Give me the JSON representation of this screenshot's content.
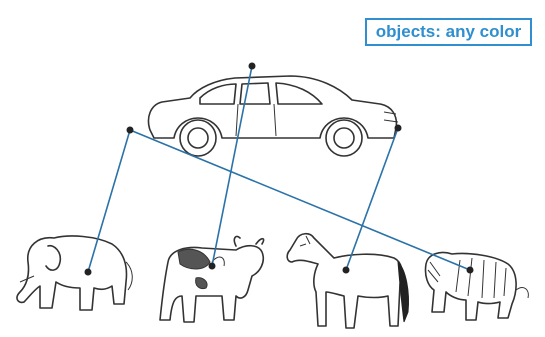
{
  "label": "objects: any color",
  "items": [
    {
      "id": "car",
      "icon": "car-icon"
    },
    {
      "id": "elephant",
      "icon": "elephant-icon"
    },
    {
      "id": "cow",
      "icon": "cow-icon"
    },
    {
      "id": "horse",
      "icon": "horse-icon"
    },
    {
      "id": "tiger",
      "icon": "tiger-icon"
    }
  ],
  "connections": [
    [
      "car",
      "cow"
    ],
    [
      "car",
      "elephant"
    ],
    [
      "car",
      "tiger"
    ],
    [
      "car",
      "horse"
    ]
  ],
  "colors": {
    "line": "#2a72a8",
    "label": "#2f8fcf"
  }
}
